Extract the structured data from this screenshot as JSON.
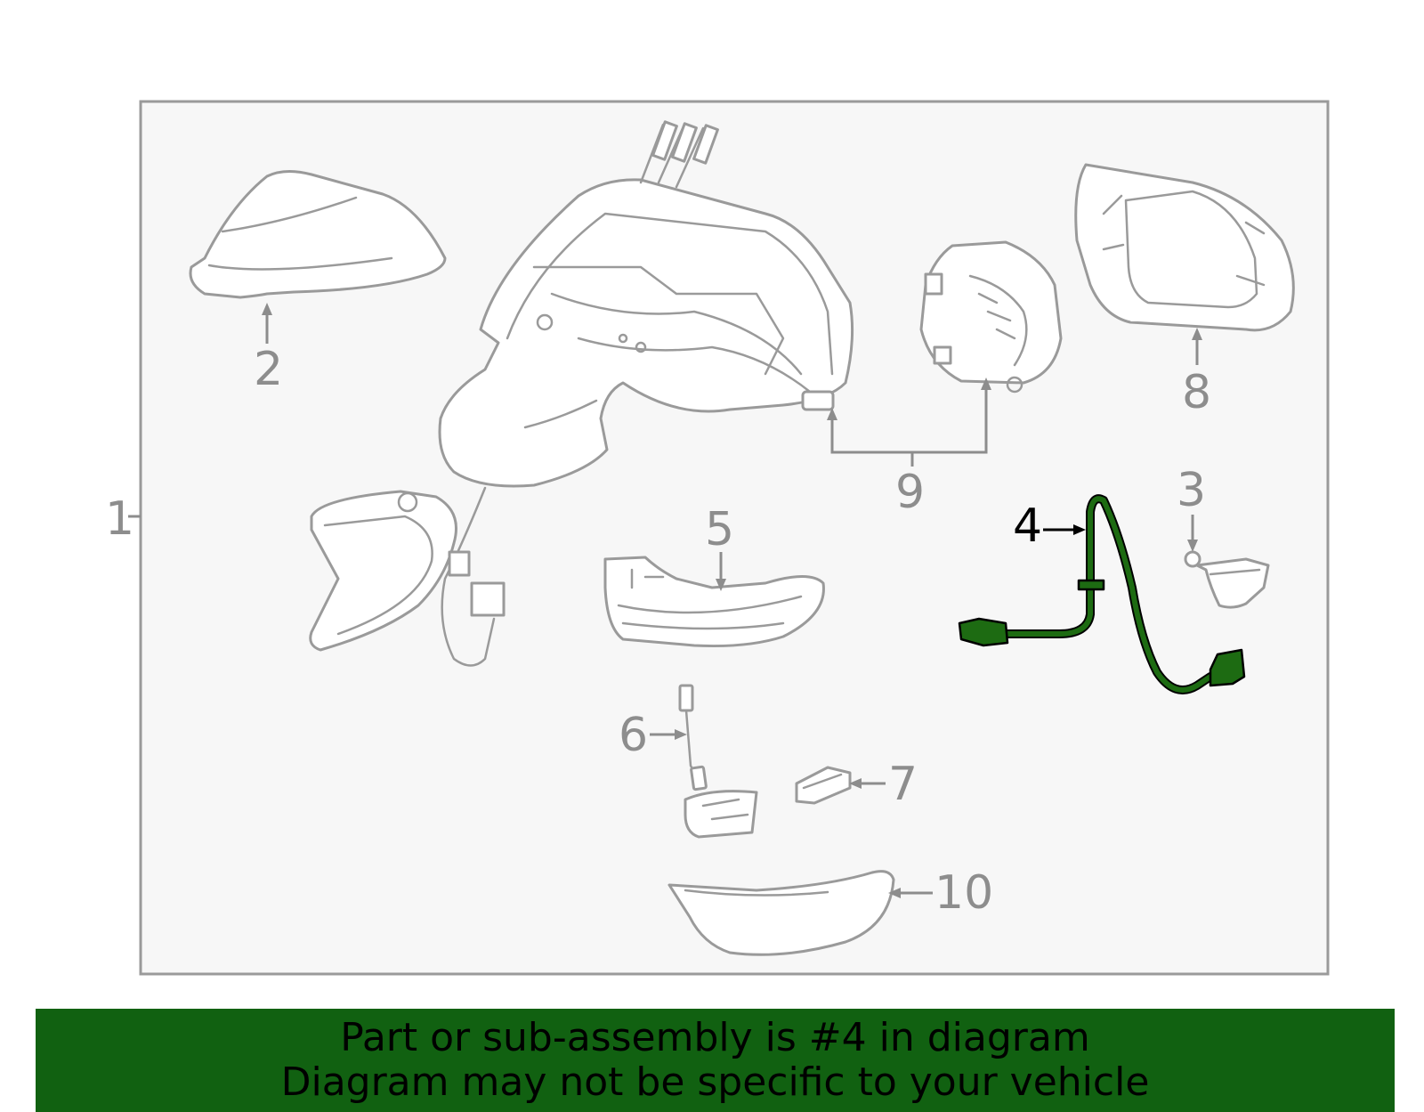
{
  "colors": {
    "highlight": "#1d6b12",
    "banner": "#116111",
    "line_art": "#9a9a9a",
    "panel_background": "#f7f7f7"
  },
  "callouts": [
    {
      "id": 1,
      "label": "1",
      "highlighted": false
    },
    {
      "id": 2,
      "label": "2",
      "highlighted": false
    },
    {
      "id": 3,
      "label": "3",
      "highlighted": false
    },
    {
      "id": 4,
      "label": "4",
      "highlighted": true
    },
    {
      "id": 5,
      "label": "5",
      "highlighted": false
    },
    {
      "id": 6,
      "label": "6",
      "highlighted": false
    },
    {
      "id": 7,
      "label": "7",
      "highlighted": false
    },
    {
      "id": 8,
      "label": "8",
      "highlighted": false
    },
    {
      "id": 9,
      "label": "9",
      "highlighted": false
    },
    {
      "id": 10,
      "label": "10",
      "highlighted": false
    }
  ],
  "banner": {
    "line1": "Part or sub-assembly is #4 in diagram",
    "line2": "Diagram may not be specific to your vehicle"
  }
}
